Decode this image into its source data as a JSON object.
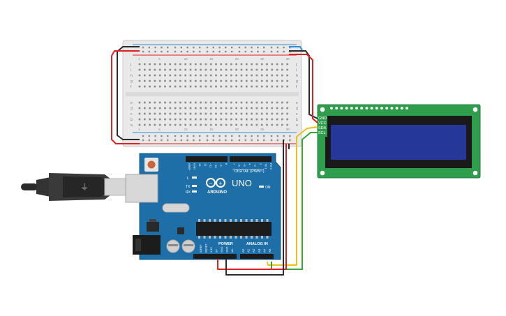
{
  "arduino": {
    "brand": "ARDUINO",
    "model": "UNO",
    "digital_label": "DIGITAL (PWM~)",
    "power_label": "POWER",
    "analog_label": "ANALOG IN",
    "aref_label": "AREF",
    "gnd_label": "GND",
    "tx_label": "TX",
    "rx_label": "RX",
    "l_label": "L",
    "on_label": "ON",
    "digital_pins": [
      "13",
      "12",
      "~11",
      "~10",
      "~9",
      "8",
      "7",
      "~6",
      "~5",
      "4",
      "~3",
      "2",
      "TX 1",
      "RX 0"
    ],
    "power_pins": [
      "IOREF",
      "RESET",
      "3.3V",
      "5V",
      "GND",
      "GND",
      "Vin"
    ],
    "analog_pins": [
      "A0",
      "A1",
      "A2",
      "A3",
      "A4",
      "A5"
    ]
  },
  "lcd": {
    "pin_labels": [
      "GND",
      "VCC",
      "SDA",
      "SCL"
    ]
  },
  "breadboard": {
    "row_letters_top": [
      "j",
      "i",
      "h",
      "g",
      "f"
    ],
    "row_letters_bottom": [
      "e",
      "d",
      "c",
      "b",
      "a"
    ],
    "column_numbers": [
      "1",
      "5",
      "10",
      "15",
      "20",
      "25",
      "30"
    ],
    "rail_plus": "+",
    "rail_minus": "-"
  },
  "wire_colors": {
    "gnd": "#2b2b2b",
    "vcc": "#e02020",
    "sda": "#e8c020",
    "scl": "#34a534",
    "rail": "#2f90e0"
  }
}
